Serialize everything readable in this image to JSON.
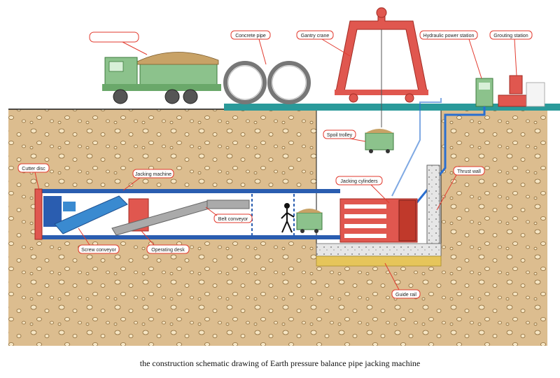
{
  "caption": "the construction schematic drawing of Earth pressure balance pipe jacking machine",
  "labels": {
    "truck": "",
    "concrete_pipe": "Concrete pipe",
    "gantry_crane": "Gantry crane",
    "hydraulic_power_station": "Hydraulic power station",
    "grouting_station": "Grouting station",
    "spoil_trolley": "Spoil trolley",
    "cutter_disc": "Cutter disc",
    "jacking_machine": "Jacking machine",
    "jacking_cylinders": "Jacking cylinders",
    "thrust_wall": "Thrust wall",
    "belt_conveyor": "Belt conveyor",
    "screw_conveyor": "Screw conveyor",
    "operating_desk": "Operating desk",
    "guide_rail": "Guide rail"
  },
  "colors": {
    "soil": "#d9b98a",
    "ground_line": "#1a1a1a",
    "machine_green": "#8cc28c",
    "crane_red": "#e0574f",
    "pipe_blue": "#2a5db0",
    "platform_teal": "#2a9a9a",
    "label_border": "#e23a2e"
  }
}
